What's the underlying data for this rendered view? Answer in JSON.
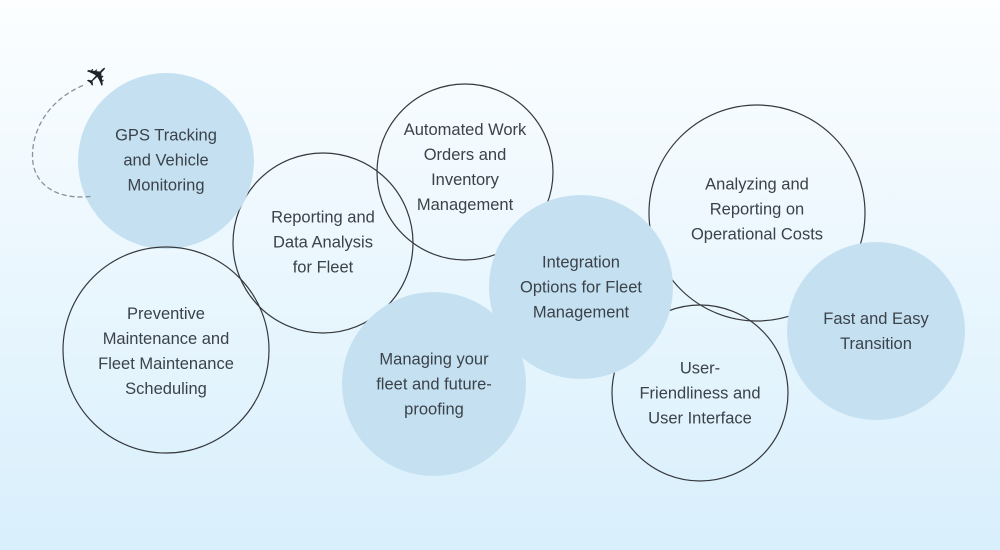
{
  "colors": {
    "background_top": "#fcfeff",
    "background_bottom": "#d8effc",
    "bubble_fill": "#c5e1f1",
    "bubble_stroke": "#35393d",
    "text": "#3b4249",
    "trail": "#8a9299",
    "plane": "#1d2329"
  },
  "icons": {
    "airplane": "✈"
  },
  "bubbles": [
    {
      "name": "gps-tracking",
      "variant": "filled",
      "label": "GPS Tracking and Vehicle Monitoring",
      "lines": [
        "GPS Tracking",
        "and Vehicle",
        "Monitoring"
      ]
    },
    {
      "name": "reporting-data-analysis",
      "variant": "outlined",
      "label": "Reporting and Data Analysis for Fleet",
      "lines": [
        "Reporting and",
        "Data Analysis",
        "for Fleet"
      ]
    },
    {
      "name": "automated-work-orders",
      "variant": "outlined",
      "label": "Automated Work Orders and Inventory Management",
      "lines": [
        "Automated Work",
        "Orders and",
        "Inventory",
        "Management"
      ]
    },
    {
      "name": "integration-options",
      "variant": "filled",
      "label": "Integration Options for Fleet Management",
      "lines": [
        "Integration",
        "Options for Fleet",
        "Management"
      ]
    },
    {
      "name": "analyzing-operational-costs",
      "variant": "outlined",
      "label": "Analyzing and Reporting on Operational Costs",
      "lines": [
        "Analyzing and",
        "Reporting on",
        "Operational Costs"
      ]
    },
    {
      "name": "fast-easy-transition",
      "variant": "filled",
      "label": "Fast and Easy Transition",
      "lines": [
        "Fast and Easy",
        "Transition"
      ]
    },
    {
      "name": "preventive-maintenance",
      "variant": "outlined",
      "label": "Preventive Maintenance and Fleet Maintenance Scheduling",
      "lines": [
        "Preventive",
        "Maintenance and",
        "Fleet Maintenance",
        "Scheduling"
      ]
    },
    {
      "name": "managing-fleet",
      "variant": "filled",
      "label": "Managing your fleet and future-proofing",
      "lines": [
        "Managing your",
        "fleet and future-",
        "proofing"
      ]
    },
    {
      "name": "user-friendliness",
      "variant": "outlined",
      "label": "User-Friendliness and User Interface",
      "lines": [
        "User-",
        "Friendliness and",
        "User Interface"
      ]
    }
  ]
}
